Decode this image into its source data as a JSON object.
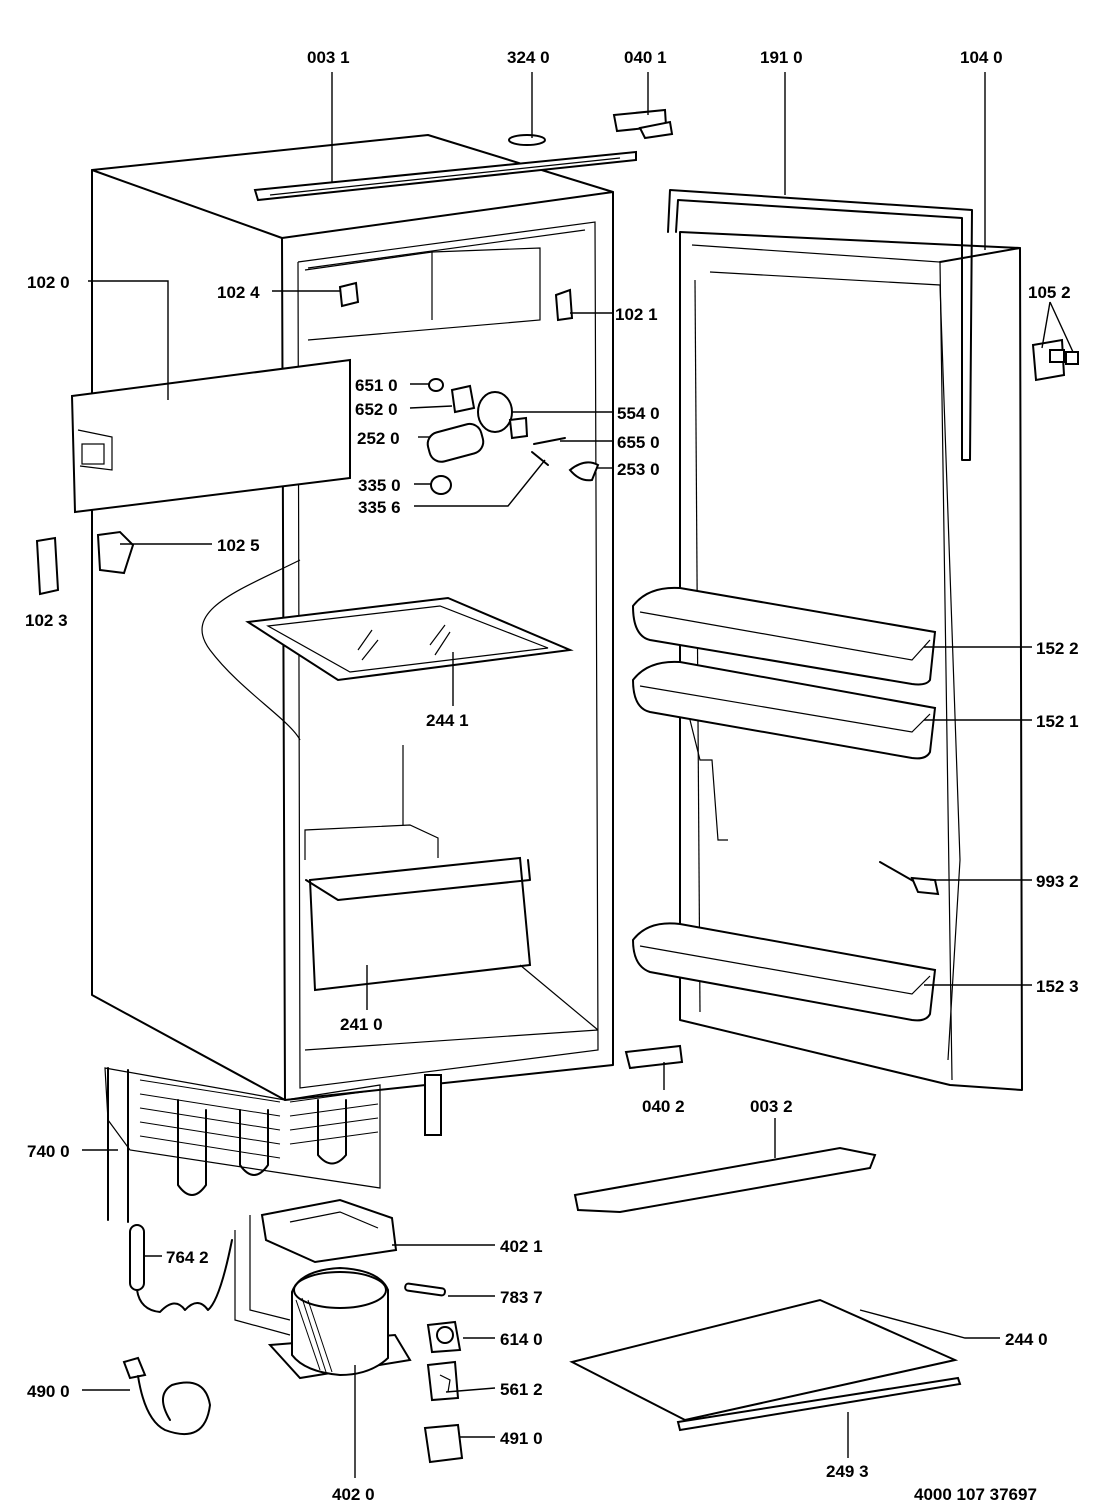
{
  "diagram": {
    "document_number": "4000 107 37697",
    "callouts": [
      {
        "id": "c0031",
        "text": "003 1"
      },
      {
        "id": "c3240",
        "text": "324 0"
      },
      {
        "id": "c0401",
        "text": "040 1"
      },
      {
        "id": "c1910",
        "text": "191 0"
      },
      {
        "id": "c1040",
        "text": "104 0"
      },
      {
        "id": "c1020",
        "text": "102 0"
      },
      {
        "id": "c1024",
        "text": "102 4"
      },
      {
        "id": "c1021",
        "text": "102 1"
      },
      {
        "id": "c1052",
        "text": "105 2"
      },
      {
        "id": "c6510",
        "text": "651 0"
      },
      {
        "id": "c6520",
        "text": "652 0"
      },
      {
        "id": "c5540",
        "text": "554 0"
      },
      {
        "id": "c2520",
        "text": "252 0"
      },
      {
        "id": "c6550",
        "text": "655 0"
      },
      {
        "id": "c2530",
        "text": "253 0"
      },
      {
        "id": "c3350",
        "text": "335 0"
      },
      {
        "id": "c3356",
        "text": "335 6"
      },
      {
        "id": "c1025",
        "text": "102 5"
      },
      {
        "id": "c1023",
        "text": "102 3"
      },
      {
        "id": "c1522",
        "text": "152 2"
      },
      {
        "id": "c2441",
        "text": "244 1"
      },
      {
        "id": "c1521",
        "text": "152 1"
      },
      {
        "id": "c9932",
        "text": "993 2"
      },
      {
        "id": "c1523",
        "text": "152 3"
      },
      {
        "id": "c2410",
        "text": "241 0"
      },
      {
        "id": "c0402",
        "text": "040 2"
      },
      {
        "id": "c0032",
        "text": "003 2"
      },
      {
        "id": "c7400",
        "text": "740 0"
      },
      {
        "id": "c4021",
        "text": "402 1"
      },
      {
        "id": "c7642",
        "text": "764 2"
      },
      {
        "id": "c7837",
        "text": "783 7"
      },
      {
        "id": "c6140",
        "text": "614 0"
      },
      {
        "id": "c2440",
        "text": "244 0"
      },
      {
        "id": "c4900",
        "text": "490 0"
      },
      {
        "id": "c5612",
        "text": "561 2"
      },
      {
        "id": "c4910",
        "text": "491 0"
      },
      {
        "id": "c2493",
        "text": "249 3"
      },
      {
        "id": "c4020",
        "text": "402 0"
      }
    ]
  }
}
